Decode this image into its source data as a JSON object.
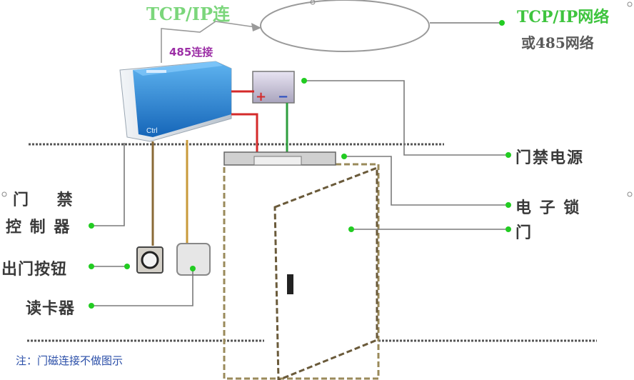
{
  "network": {
    "top_label": "TCP/IP连",
    "right_label": "TCP/IP网络",
    "right_sublabel": "或485网络"
  },
  "connection_label": "485连接",
  "controller_brand": "Ctrl",
  "components": {
    "power_supply": "门禁电源",
    "electronic_lock": "电 子 锁",
    "door": "门",
    "controller_line1": "门 禁",
    "controller_line2": "控 制 器",
    "exit_button": "出门按钮",
    "card_reader": "读卡器"
  },
  "power_terminals": {
    "positive": "+",
    "negative": "−"
  },
  "note": "注：门磁连接不做图示",
  "colors": {
    "wire_red": "#d42a2a",
    "wire_green": "#2e9e3e",
    "wire_brown": "#8a6a36",
    "wire_orange": "#c89a3a",
    "leader_line": "#7a7a7a",
    "dot_green": "#22cc22",
    "controller_blue": "#1f7fd0",
    "door_outline": "#9a8a5a"
  }
}
